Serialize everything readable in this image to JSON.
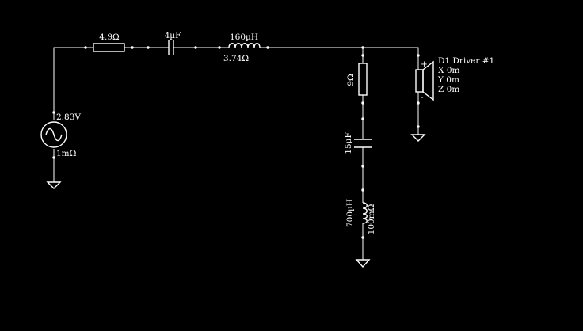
{
  "colors": {
    "background": "#000000",
    "foreground": "#ffffff"
  },
  "source": {
    "voltage": "2.83V",
    "impedance": "1mΩ",
    "icon": "sine-wave-icon"
  },
  "series_resistor": {
    "value": "4.9Ω"
  },
  "series_capacitor": {
    "value": "4µF"
  },
  "series_inductor": {
    "value": "160µH",
    "resistance": "3.74Ω"
  },
  "shunt_resistor": {
    "value": "9Ω"
  },
  "shunt_capacitor": {
    "value": "15µF"
  },
  "shunt_inductor": {
    "value": "700µH",
    "resistance": "100mΩ"
  },
  "driver": {
    "name": "D1 Driver #1",
    "x": "X 0m",
    "y": "Y 0m",
    "z": "Z 0m",
    "plus": "+",
    "minus": "-",
    "icon": "speaker-icon"
  }
}
